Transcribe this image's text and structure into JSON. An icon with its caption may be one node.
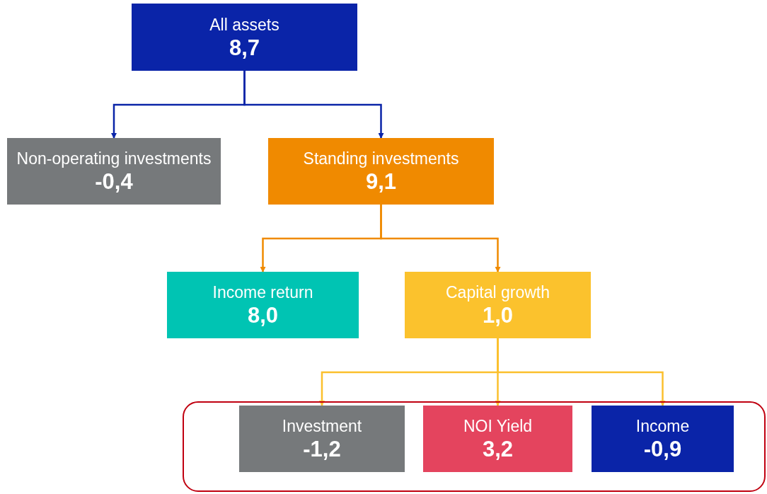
{
  "diagram": {
    "nodes": [
      {
        "text": [
          "All assets",
          "8,7"
        ]
      },
      {
        "text": [
          "Non-operating investments",
          "-0,4"
        ]
      },
      {
        "text": [
          "Standing investments",
          "9,1"
        ]
      },
      {
        "text": [
          "Income return",
          "8,0"
        ]
      },
      {
        "text": [
          "Capital growth",
          "1,0"
        ]
      },
      {
        "text": [],
        "shape": "box"
      },
      {
        "text": [
          "Investment",
          "-1,2"
        ],
        "in": 5
      },
      {
        "text": [
          "NOI Yield",
          "3,2"
        ],
        "in": 5
      },
      {
        "text": [
          "Income",
          "-0,9"
        ],
        "in": 5
      }
    ],
    "edges": [
      {
        "from": 0,
        "to": 1,
        "arrow": "to",
        "color": "#0a24a8"
      },
      {
        "from": 0,
        "to": 2,
        "arrow": "to",
        "color": "#0a24a8"
      },
      {
        "from": 2,
        "to": 3,
        "arrow": "to",
        "color": "#f08a00"
      },
      {
        "from": 2,
        "to": 4,
        "arrow": "to",
        "color": "#f08a00"
      },
      {
        "from": 4,
        "to": 6,
        "arrow": "to",
        "color": "#fbc02d"
      },
      {
        "from": 4,
        "to": 7,
        "arrow": "to",
        "color": "#fbc02d"
      },
      {
        "from": 4,
        "to": 8,
        "arrow": "to",
        "color": "#fbc02d"
      }
    ]
  }
}
